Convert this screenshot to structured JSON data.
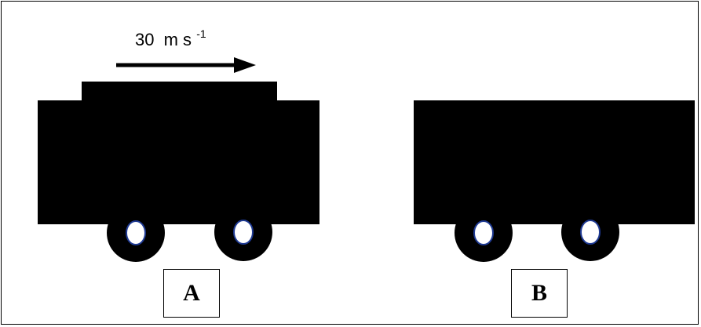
{
  "colors": {
    "ink": "#000000",
    "wheel_hub": "#ffffff",
    "hub_outline": "#1f3a93",
    "background": "#ffffff"
  },
  "velocity": {
    "value": "30",
    "unit": "m s",
    "exponent": "-1",
    "direction": "right"
  },
  "carts": [
    {
      "label": "A",
      "has_top_block": true
    },
    {
      "label": "B",
      "has_top_block": false
    }
  ]
}
